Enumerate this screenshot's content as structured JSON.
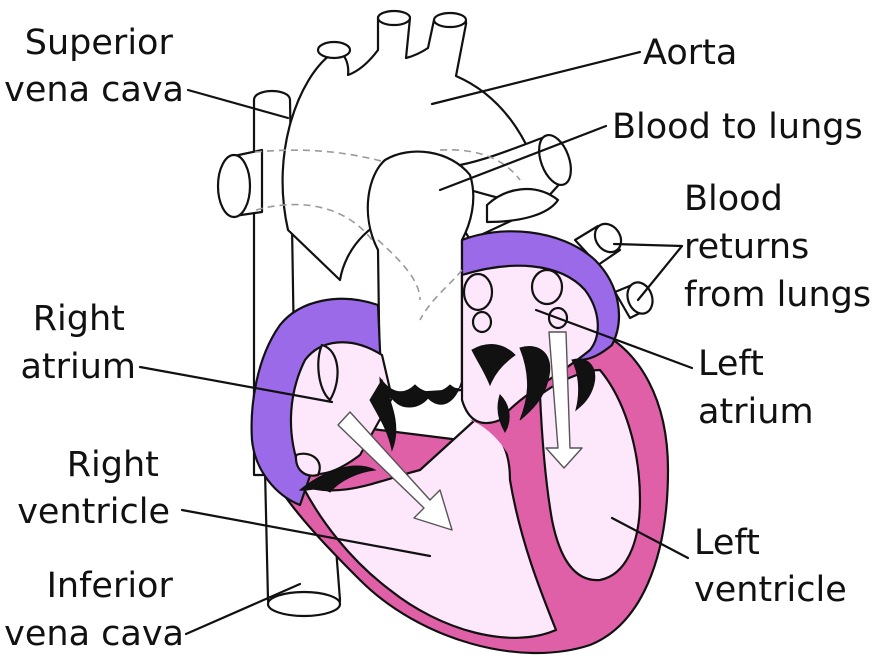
{
  "colors": {
    "outline": "#111111",
    "vessel_fill": "#ffffff",
    "chamber_fill": "#fde8fb",
    "atrium_wall": "#9a6ae8",
    "ventricle_wall": "#e060a8",
    "valve": "#111111",
    "flow_arrow": "#ffffff"
  },
  "labels": {
    "superior_vena_cava": [
      "Superior",
      "vena cava"
    ],
    "aorta": [
      "Aorta"
    ],
    "blood_to_lungs": [
      "Blood to lungs"
    ],
    "blood_returns": [
      "Blood",
      "returns",
      "from lungs"
    ],
    "right_atrium": [
      "Right",
      "atrium"
    ],
    "left_atrium": [
      "Left",
      "atrium"
    ],
    "right_ventricle": [
      "Right",
      "ventricle"
    ],
    "left_ventricle": [
      "Left",
      "ventricle"
    ],
    "inferior_vena_cava": [
      "Inferior",
      "vena cava"
    ]
  }
}
